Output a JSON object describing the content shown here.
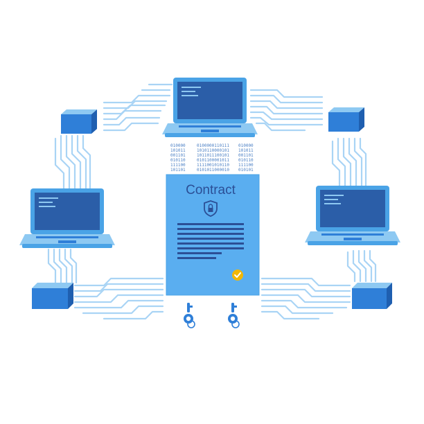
{
  "contract": {
    "title": "Contract"
  },
  "binary": {
    "col1": [
      "010000",
      "101011",
      "001101",
      "010110",
      "111100",
      "101101"
    ],
    "col2": [
      "0100000110111",
      "1010110000101",
      "1011011100101",
      "0101100001011",
      "1111001010110",
      "0101011000010"
    ],
    "col3": [
      "010000",
      "101011",
      "001101",
      "010110",
      "111100",
      "010101"
    ]
  },
  "colors": {
    "accent": "#4aa3e6",
    "light": "#8ec9f2",
    "dark": "#2f5fa8",
    "screen": "#2b5ea8",
    "circuit": "#a9d4f5",
    "check": "#f2b705"
  },
  "icons": {
    "laptops": [
      "laptop-icon",
      "laptop-icon",
      "laptop-icon"
    ],
    "blocks": [
      "block-icon",
      "block-icon",
      "block-icon",
      "block-icon"
    ],
    "keys": [
      "key-icon",
      "key-icon"
    ],
    "shield": "shield-lock-icon",
    "check": "checkmark-icon"
  }
}
